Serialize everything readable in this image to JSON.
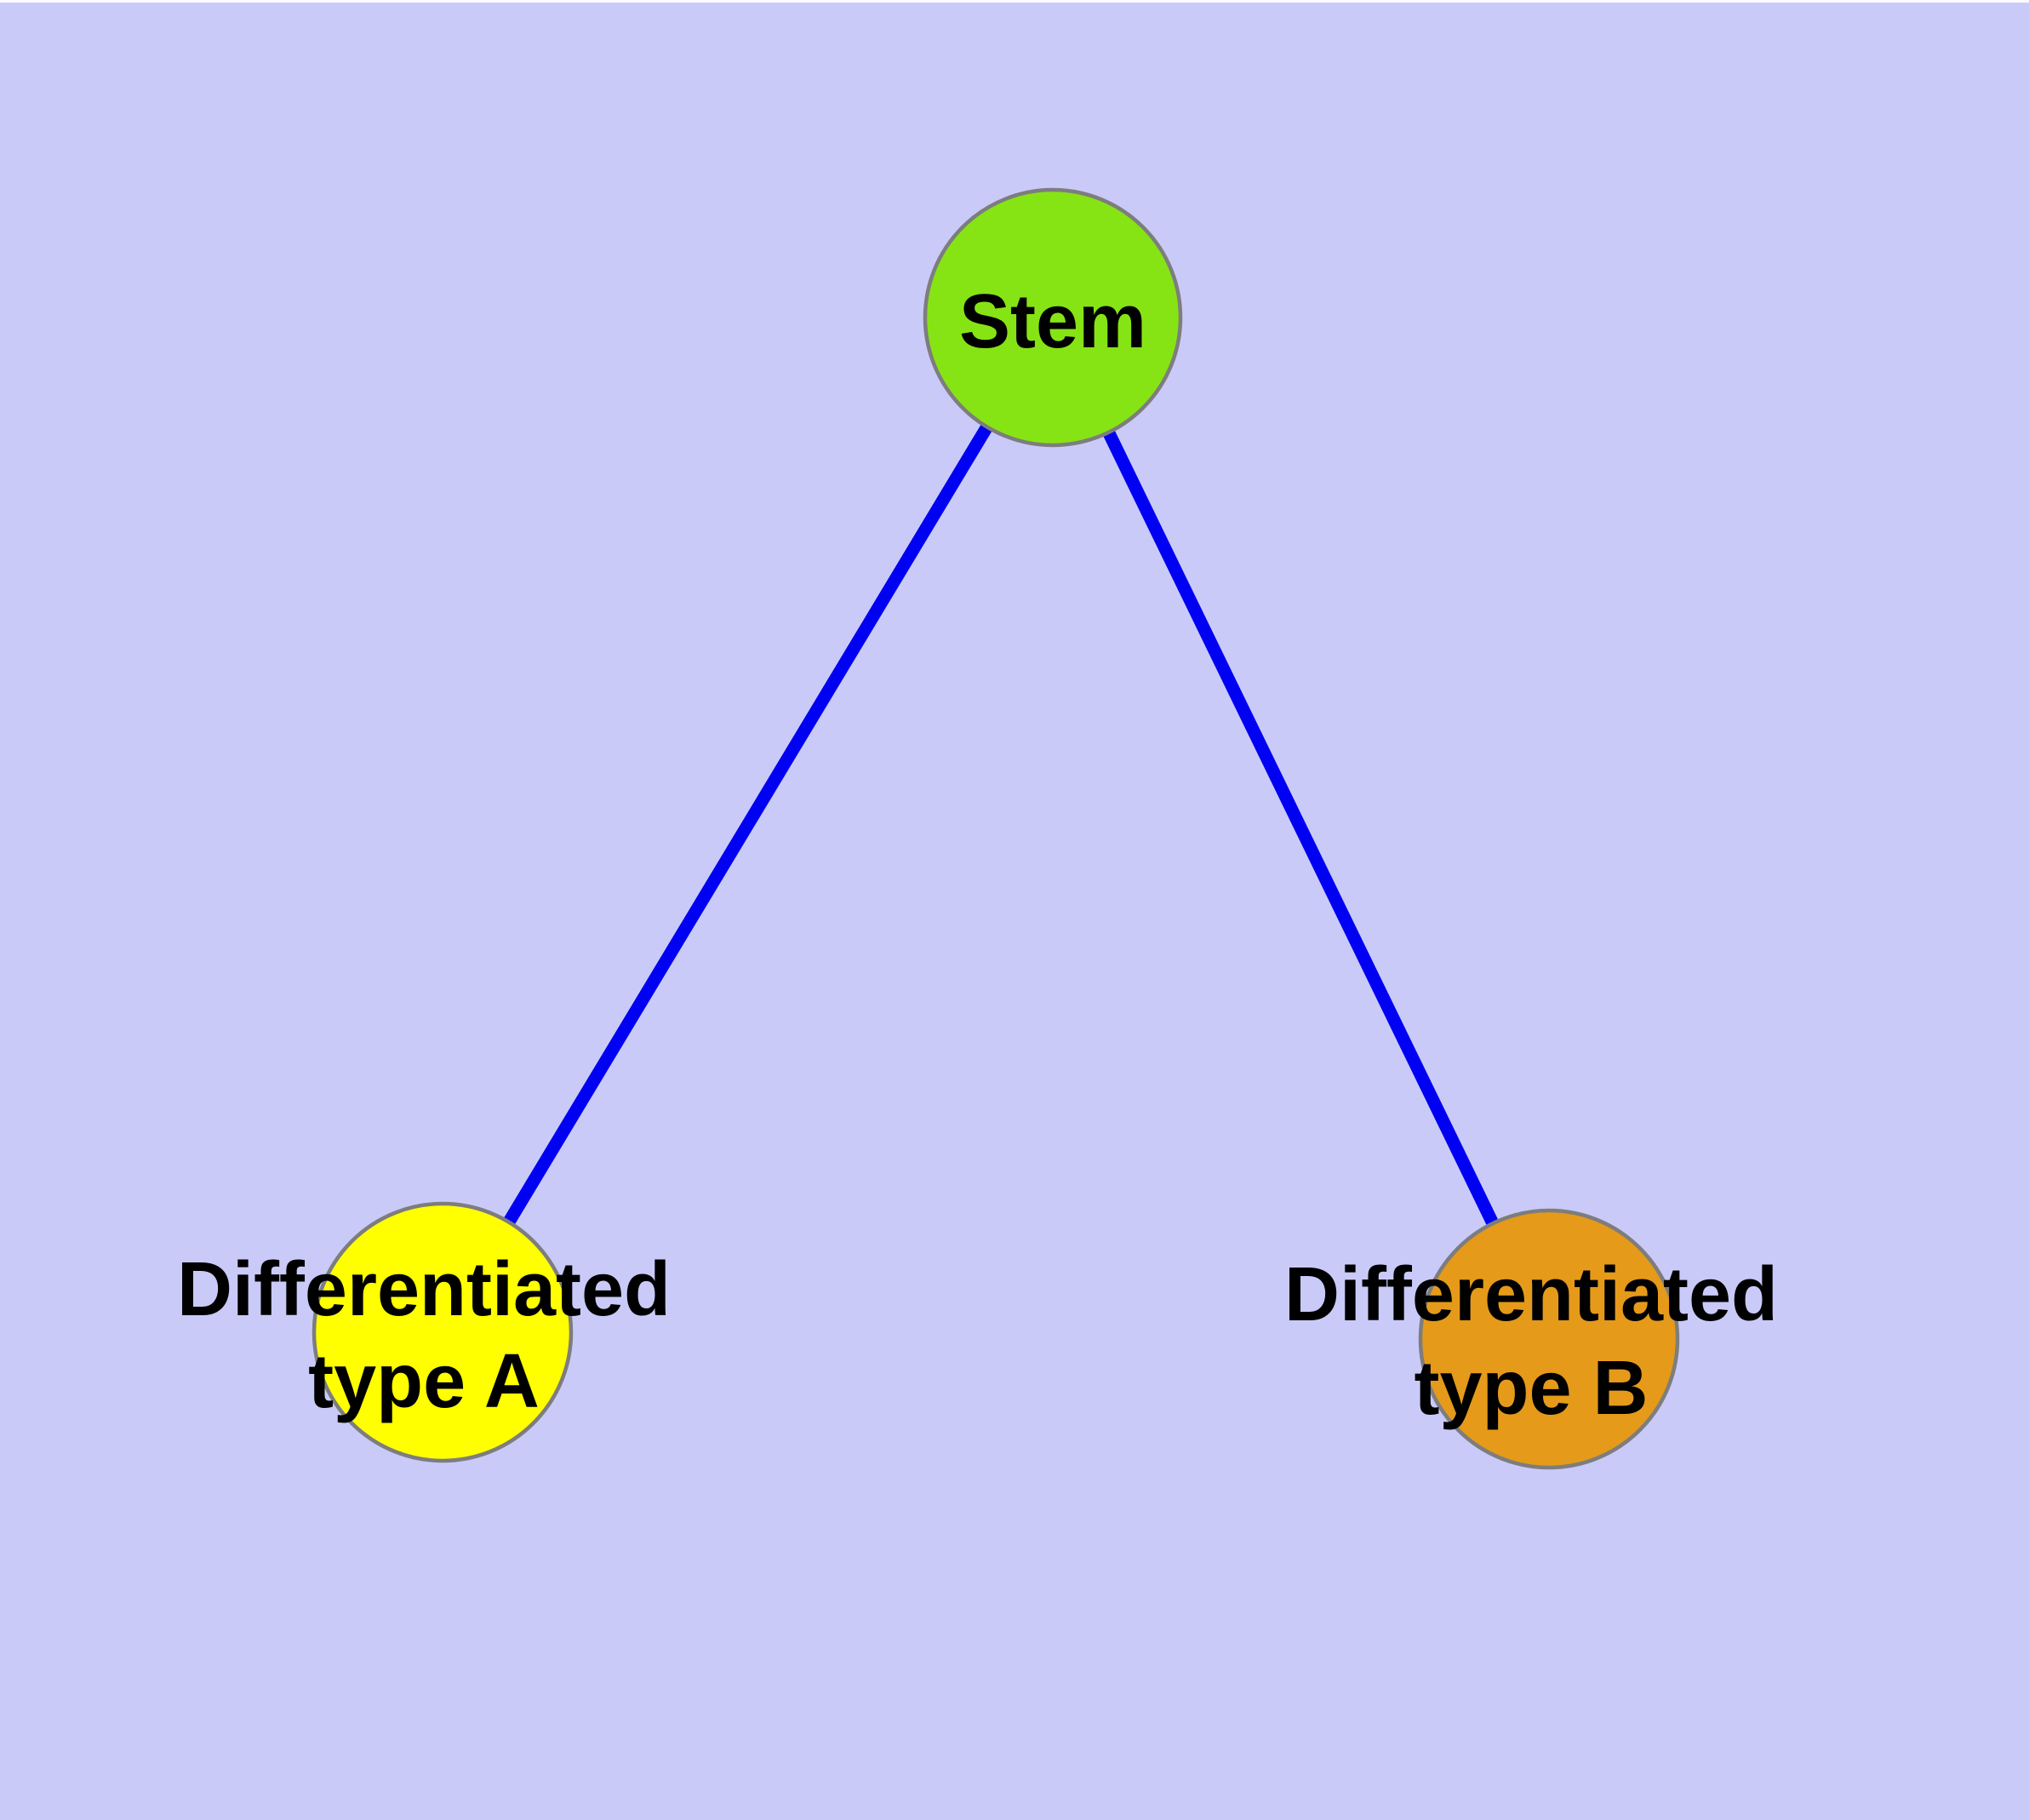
{
  "colors": {
    "background": "#cacaf9",
    "top_strip": "#fbfbff",
    "edge": "#0000f2",
    "node_border": "#7d7d7d",
    "label_text": "#000000"
  },
  "graph": {
    "type": "node-link-diagram",
    "nodes": [
      {
        "id": "stem",
        "label": "Stem",
        "lines": [
          "Stem"
        ],
        "fill": "#86e414"
      },
      {
        "id": "diff-a",
        "label": "Differentiated type A",
        "lines": [
          "Differentiated",
          "type A"
        ],
        "fill": "#ffff00"
      },
      {
        "id": "diff-b",
        "label": "Differentiated type B",
        "lines": [
          "Differentiated",
          "type B"
        ],
        "fill": "#e59a1a"
      }
    ],
    "edges": [
      {
        "from": "stem",
        "to": "diff-a"
      },
      {
        "from": "stem",
        "to": "diff-b"
      }
    ]
  }
}
